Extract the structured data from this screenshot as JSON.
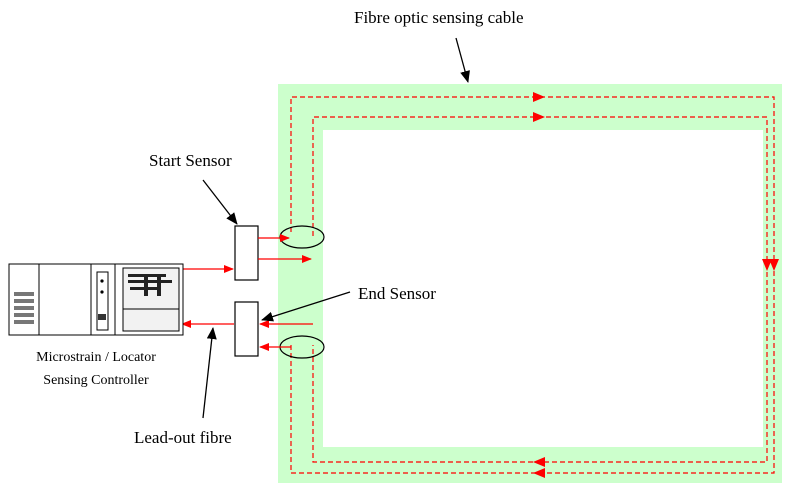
{
  "labels": {
    "cable": "Fibre optic sensing cable",
    "start_sensor": "Start Sensor",
    "end_sensor": "End Sensor",
    "controller_line1": "Microstrain / Locator",
    "controller_line2": "Sensing Controller",
    "lead_out": "Lead-out fibre"
  },
  "colors": {
    "cable_fill": "#ccffcc",
    "fibre": "#ff0000",
    "outline": "#000000",
    "device_panel": "#f2f2f2"
  },
  "icons": {
    "controller": "rack-computer-icon"
  }
}
